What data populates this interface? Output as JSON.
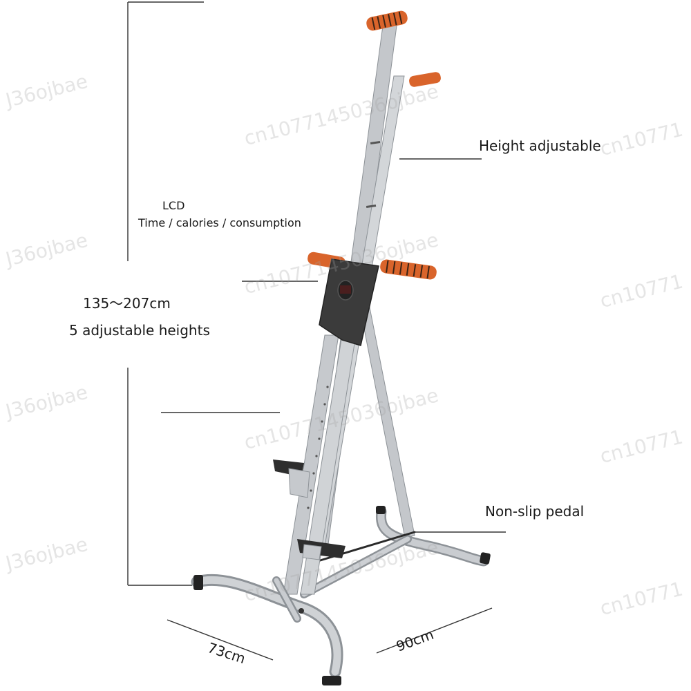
{
  "labels": {
    "lcd_title": "LCD",
    "lcd_detail": "Time / calories / consumption",
    "height_range": "135～207cm",
    "heights_count": "5 adjustable heights",
    "height_adjustable": "Height adjustable",
    "non_slip_pedal": "Non-slip pedal",
    "depth": "73cm",
    "width": "90cm"
  },
  "watermarks": {
    "left": "J36ojbae",
    "center": "cn1077145036ojbae",
    "right": "cn10771"
  },
  "colors": {
    "frame": "#c4c7cb",
    "frame_dark": "#8d9297",
    "grip": "#d9642b",
    "grip_stripe": "#3a2416",
    "console": "#3b3b3b",
    "pedal": "#2e2e2e",
    "line": "#333333"
  }
}
